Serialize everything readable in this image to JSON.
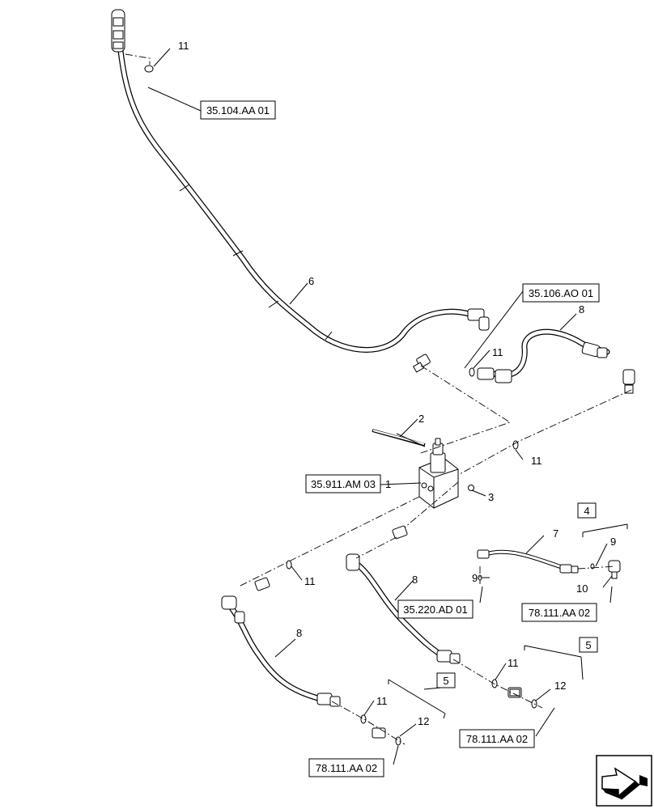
{
  "diagram": {
    "references": {
      "r1": "35.104.AA 01",
      "r2": "35.106.AO 01",
      "r3": "35.911.AM 03",
      "r4": "35.220.AD 01",
      "r5": "78.111.AA 02",
      "r6": "78.111.AA 02",
      "r7": "78.111.AA 02"
    },
    "callouts": {
      "c11a": "11",
      "c6": "6",
      "c8a": "8",
      "c11b": "11",
      "c2": "2",
      "c11c": "11",
      "c1": "1",
      "c3": "3",
      "c4": "4",
      "c7": "7",
      "c9a": "9",
      "c9b": "9",
      "c10": "10",
      "c11d": "11",
      "c8b": "8",
      "c8c": "8",
      "c5a": "5",
      "c11e": "11",
      "c12a": "12",
      "c5b": "5",
      "c11f": "11",
      "c12b": "12"
    },
    "nav_icon": "navigation-arrow-icon"
  }
}
